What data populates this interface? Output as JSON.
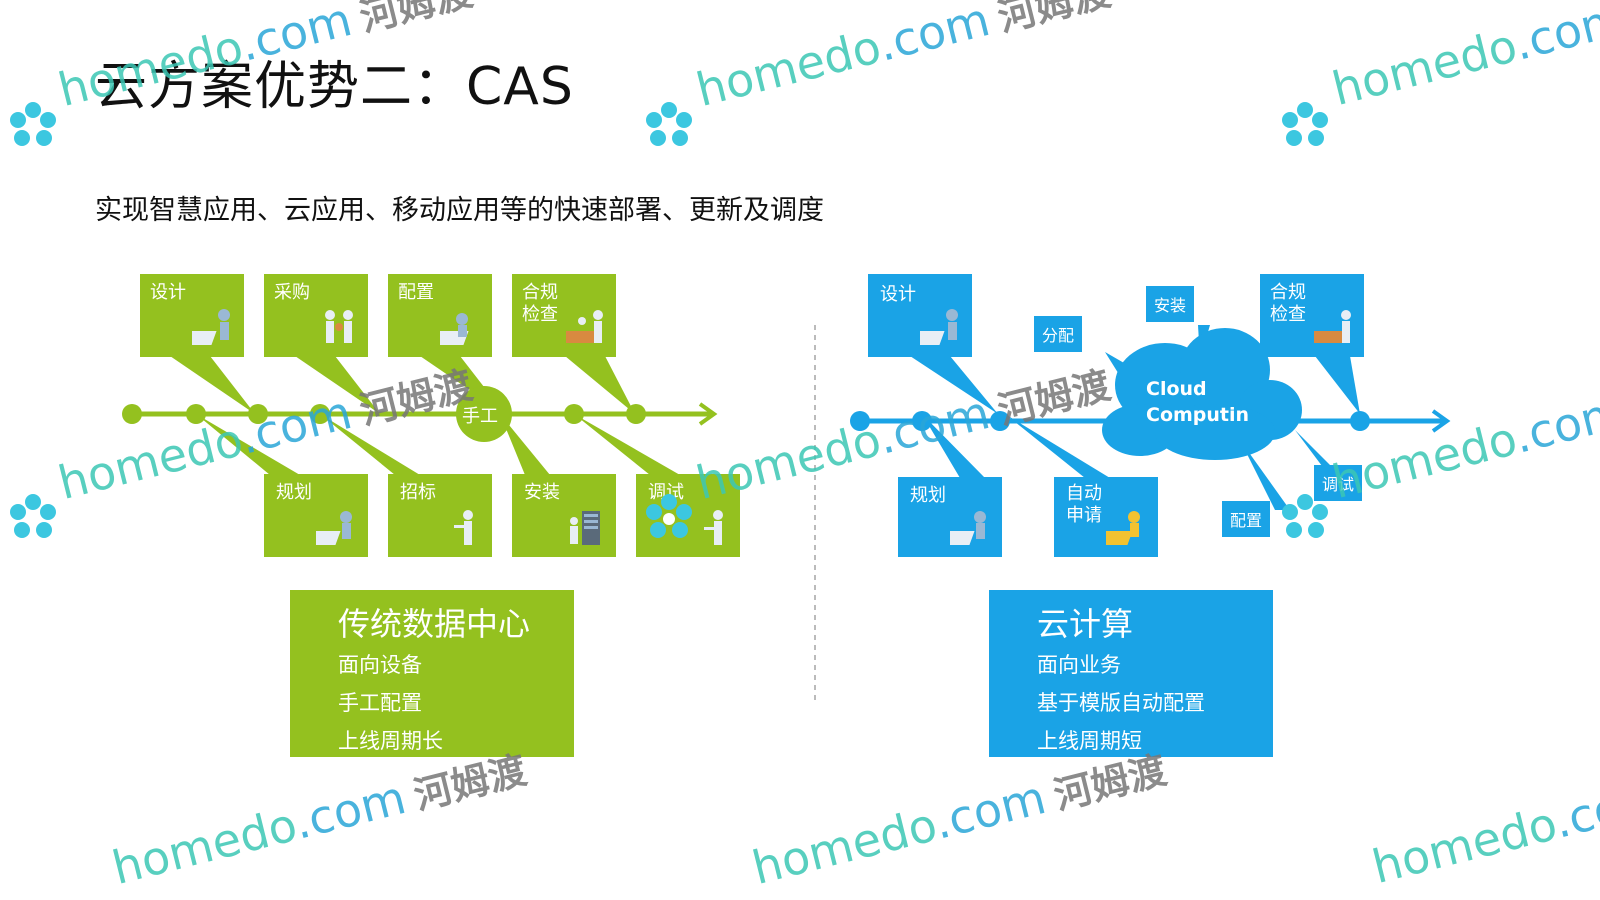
{
  "title": "云方案优势二：CAS",
  "subtitle": "实现智慧应用、云应用、移动应用等的快速部署、更新及调度",
  "left": {
    "spine_label": "手工",
    "top_boxes": [
      "设计",
      "采购",
      "配置",
      "合规\n检查"
    ],
    "bottom_boxes": [
      "规划",
      "招标",
      "安装",
      "调试"
    ],
    "card": {
      "heading": "传统数据中心",
      "lines": [
        "面向设备",
        "手工配置",
        "上线周期长"
      ]
    }
  },
  "right": {
    "cloud_label": "Cloud\nComputin\ng",
    "top_boxes": [
      "设计",
      "合规\n检查"
    ],
    "small_labels": [
      "分配",
      "安装",
      "调试",
      "配置"
    ],
    "bottom_boxes": [
      "规划",
      "自动\n申请"
    ],
    "card": {
      "heading": "云计算",
      "lines": [
        "面向业务",
        "基于模版自动配置",
        "上线周期短"
      ]
    }
  },
  "watermark": {
    "brand": "homedo",
    "domain_suffix": ".com",
    "cn": "河姆渡"
  },
  "colors": {
    "green": "#94c11f",
    "blue": "#1aa3e6"
  }
}
